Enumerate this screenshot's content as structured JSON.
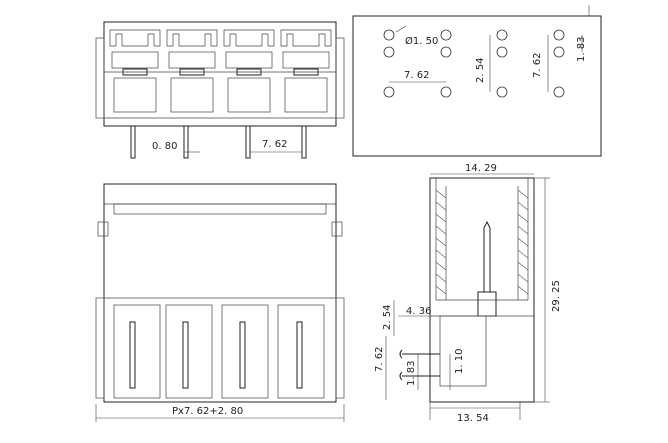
{
  "views": {
    "front": {
      "dim_pin_width": "0. 80",
      "dim_pitch": "7. 62"
    },
    "pcb_layout": {
      "dim_hole_dia": "Ø1. 50",
      "dim_pitch_h": "7. 62",
      "dim_row_offset": "2. 54",
      "dim_pitch_v": "7. 62",
      "dim_offset_small": "1. 83"
    },
    "top": {
      "dim_total_width": "Px7. 62+2. 80"
    },
    "side": {
      "dim_width_top": "14. 29",
      "dim_height": "29. 25",
      "dim_4_36": "4. 36",
      "dim_2_54": "2. 54",
      "dim_7_62": "7. 62",
      "dim_1_83": "1. 83",
      "dim_1_10": "1. 10",
      "dim_width_bottom": "13. 54"
    }
  },
  "colors": {
    "line": "#222222",
    "background": "#ffffff"
  }
}
